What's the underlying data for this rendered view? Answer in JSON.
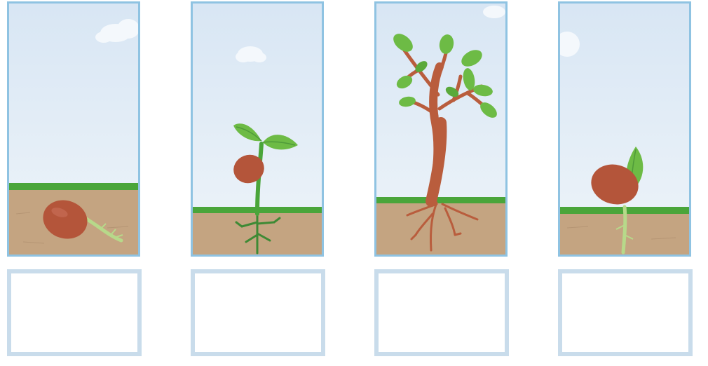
{
  "colors": {
    "sky_top": "#dde9f5",
    "sky_bottom": "#edf3f8",
    "soil": "#c4a481",
    "grass": "#4aa53a",
    "seed": "#b4553a",
    "trunk": "#b95d3d",
    "leaf": "#6dbb45",
    "sprout": "#b7d98a",
    "panel_border": "#8fc3e2",
    "answer_border": "#c9dceb"
  },
  "panels": [
    {
      "stage": "seed-in-soil",
      "icon": "seed-root-icon"
    },
    {
      "stage": "seedling",
      "icon": "seedling-icon"
    },
    {
      "stage": "young-tree",
      "icon": "tree-icon"
    },
    {
      "stage": "sprouting-seed",
      "icon": "sprouting-seed-icon"
    }
  ],
  "answer_boxes": [
    {
      "value": ""
    },
    {
      "value": ""
    },
    {
      "value": ""
    },
    {
      "value": ""
    }
  ]
}
